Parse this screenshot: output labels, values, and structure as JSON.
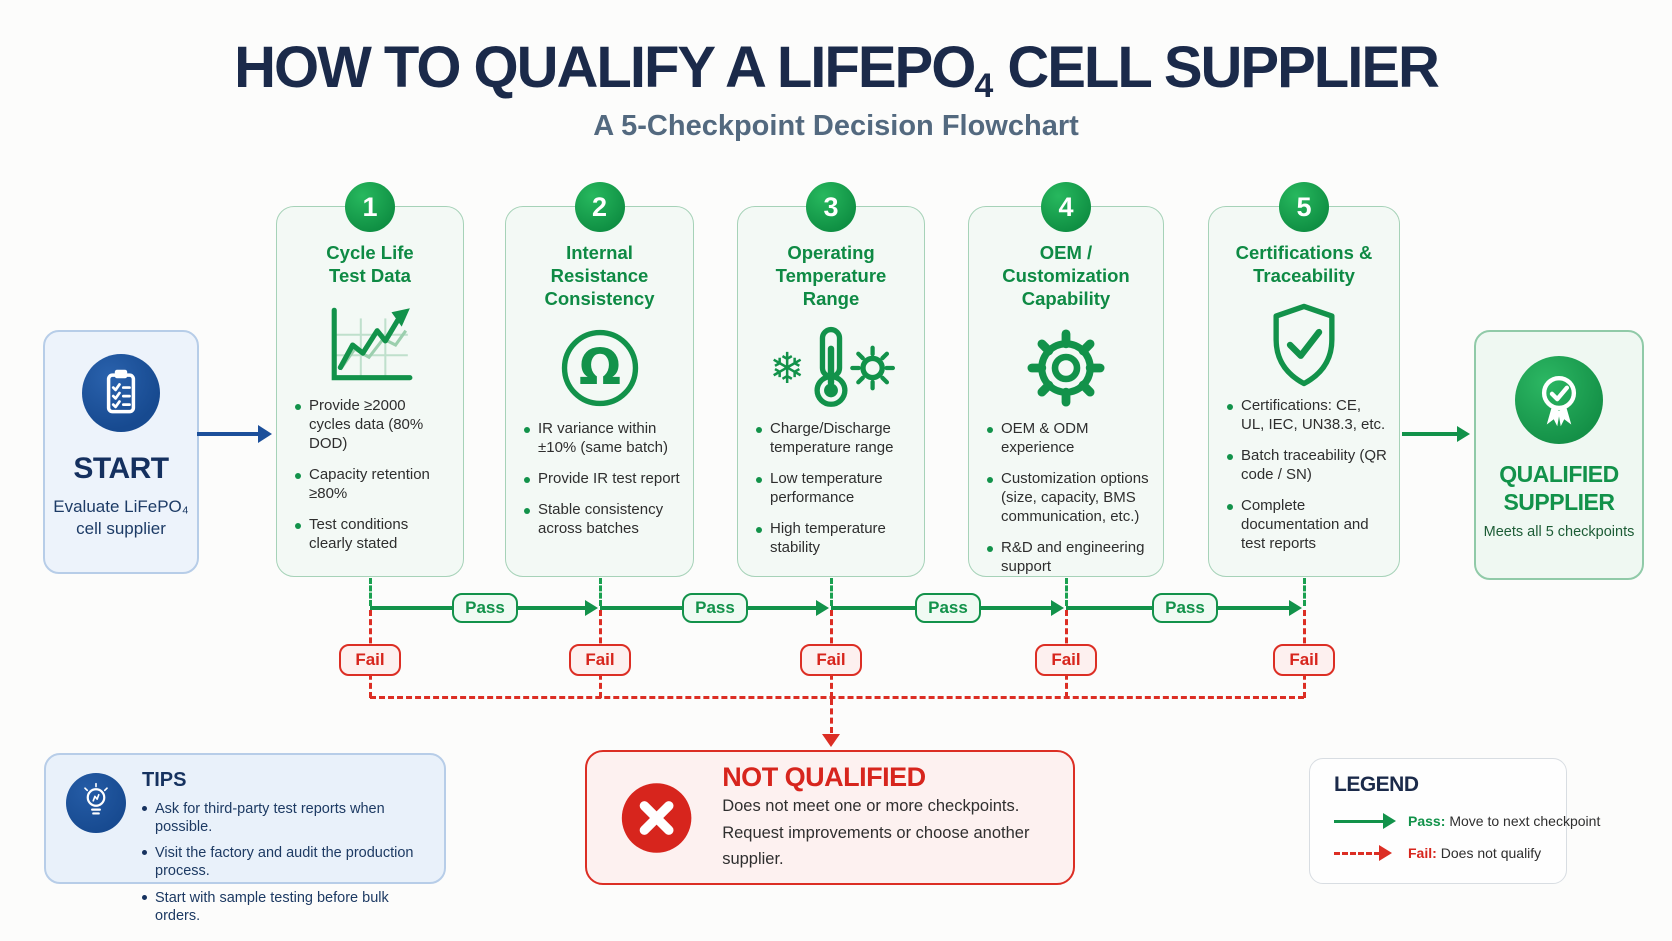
{
  "header": {
    "title_prefix": "HOW TO QUALIFY A LIFEPO",
    "title_subscript": "4",
    "title_suffix": "CELL SUPPLIER",
    "subtitle": "A 5-Checkpoint Decision Flowchart"
  },
  "start": {
    "icon": "clipboard-checklist-icon",
    "label": "START",
    "desc_line1": "Evaluate LiFePO₄",
    "desc_line2": "cell supplier"
  },
  "checkpoints": [
    {
      "number": "1",
      "title_line1": "Cycle Life",
      "title_line2": "Test Data",
      "icon": "line-chart-icon",
      "bullets": [
        "Provide ≥2000 cycles data (80% DOD)",
        "Capacity retention ≥80%",
        "Test conditions clearly stated"
      ]
    },
    {
      "number": "2",
      "title_line1": "Internal Resistance",
      "title_line2": "Consistency",
      "icon": "omega-icon",
      "bullets": [
        "IR variance within ±10% (same batch)",
        "Provide IR test report",
        "Stable consistency across batches"
      ]
    },
    {
      "number": "3",
      "title_line1": "Operating",
      "title_line2": "Temperature Range",
      "icon": "temperature-range-icon",
      "bullets": [
        "Charge/Discharge temperature range",
        "Low temperature performance",
        "High temperature stability"
      ]
    },
    {
      "number": "4",
      "title_line1": "OEM / Customization",
      "title_line2": "Capability",
      "icon": "gear-icon",
      "bullets": [
        "OEM & ODM experience",
        "Customization options (size, capacity, BMS communication, etc.)",
        "R&D and engineering support"
      ]
    },
    {
      "number": "5",
      "title_line1": "Certifications &",
      "title_line2": "Traceability",
      "icon": "shield-check-icon",
      "bullets": [
        "Certifications: CE, UL, IEC, UN38.3, etc.",
        "Batch traceability (QR code / SN)",
        "Complete documentation and test reports"
      ]
    }
  ],
  "flow": {
    "pass_label": "Pass",
    "fail_label": "Fail"
  },
  "qualified": {
    "icon": "award-ribbon-icon",
    "title_line1": "QUALIFIED",
    "title_line2": "SUPPLIER",
    "subtitle": "Meets all 5 checkpoints"
  },
  "not_qualified": {
    "icon": "x-circle-icon",
    "title": "NOT QUALIFIED",
    "line1": "Does not meet one or more checkpoints.",
    "line2": "Request improvements or choose another supplier."
  },
  "tips": {
    "icon": "lightbulb-icon",
    "title": "TIPS",
    "items": [
      "Ask for third-party test reports when possible.",
      "Visit the factory and audit the production process.",
      "Start with sample testing before bulk orders."
    ]
  },
  "legend": {
    "title": "LEGEND",
    "pass_term": "Pass:",
    "pass_desc": "Move to next checkpoint",
    "fail_term": "Fail:",
    "fail_desc": "Does not qualify"
  },
  "colors": {
    "navy": "#1b2a4a",
    "blue": "#1c4f9a",
    "green": "#12924a",
    "red": "#d7251d",
    "card_bg": "#f3f9f5",
    "card_border": "#a6d2b8",
    "start_bg": "#edf3fb",
    "qualified_bg": "#eff8f2",
    "not_qualified_bg": "#fdf1f0",
    "tips_bg": "#e9f1fa"
  }
}
